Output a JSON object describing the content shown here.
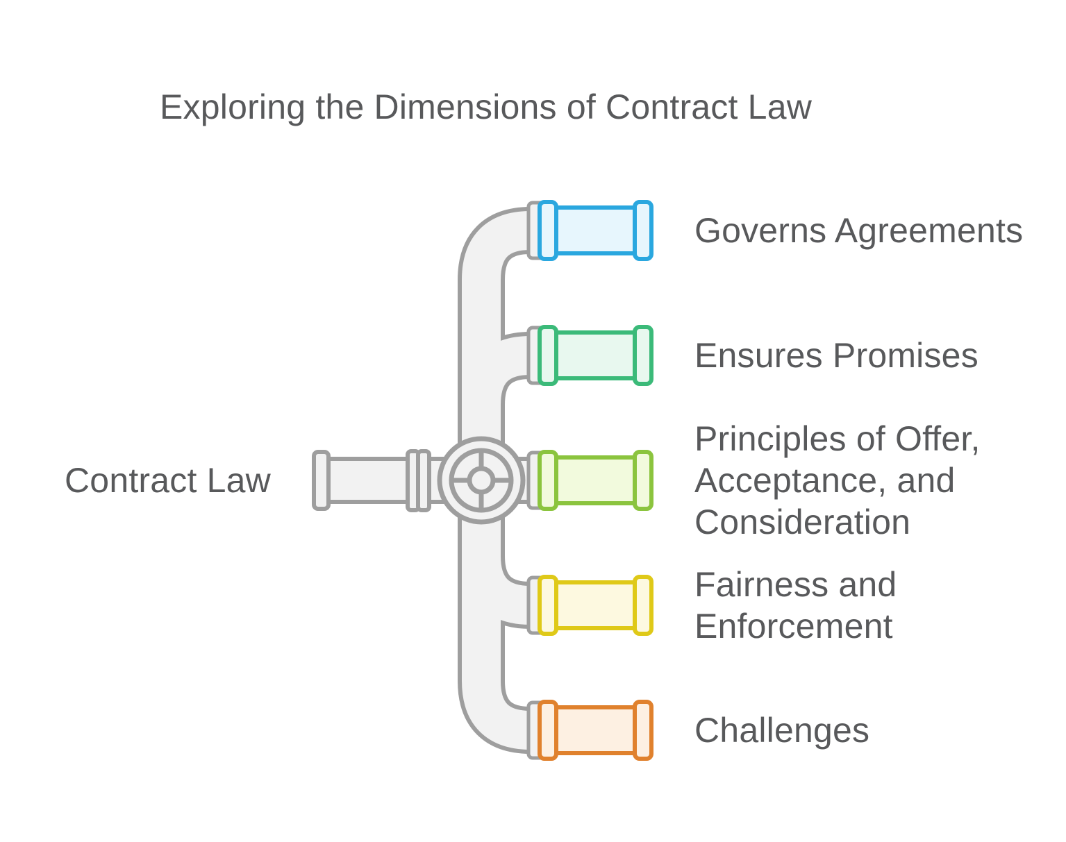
{
  "title": "Exploring the Dimensions of Contract Law",
  "root": {
    "label": "Contract Law"
  },
  "colors": {
    "pipe_stroke": "#9e9e9e",
    "pipe_fill": "#f2f2f2",
    "stub_fill": "#f1f1f1",
    "text": "#58595b",
    "background": "#ffffff"
  },
  "branches": [
    {
      "label": "Governs Agreements",
      "color": "#2aa7df",
      "tint": "#e7f6fd"
    },
    {
      "label": "Ensures Promises",
      "color": "#3bba79",
      "tint": "#e8f8ef"
    },
    {
      "label": "Principles of Offer, Acceptance, and Consideration",
      "color": "#8bc43e",
      "tint": "#f2fadd"
    },
    {
      "label": "Fairness and Enforcement",
      "color": "#dfc918",
      "tint": "#fdf9e0"
    },
    {
      "label": "Challenges",
      "color": "#e0812d",
      "tint": "#fdf0e2"
    }
  ]
}
